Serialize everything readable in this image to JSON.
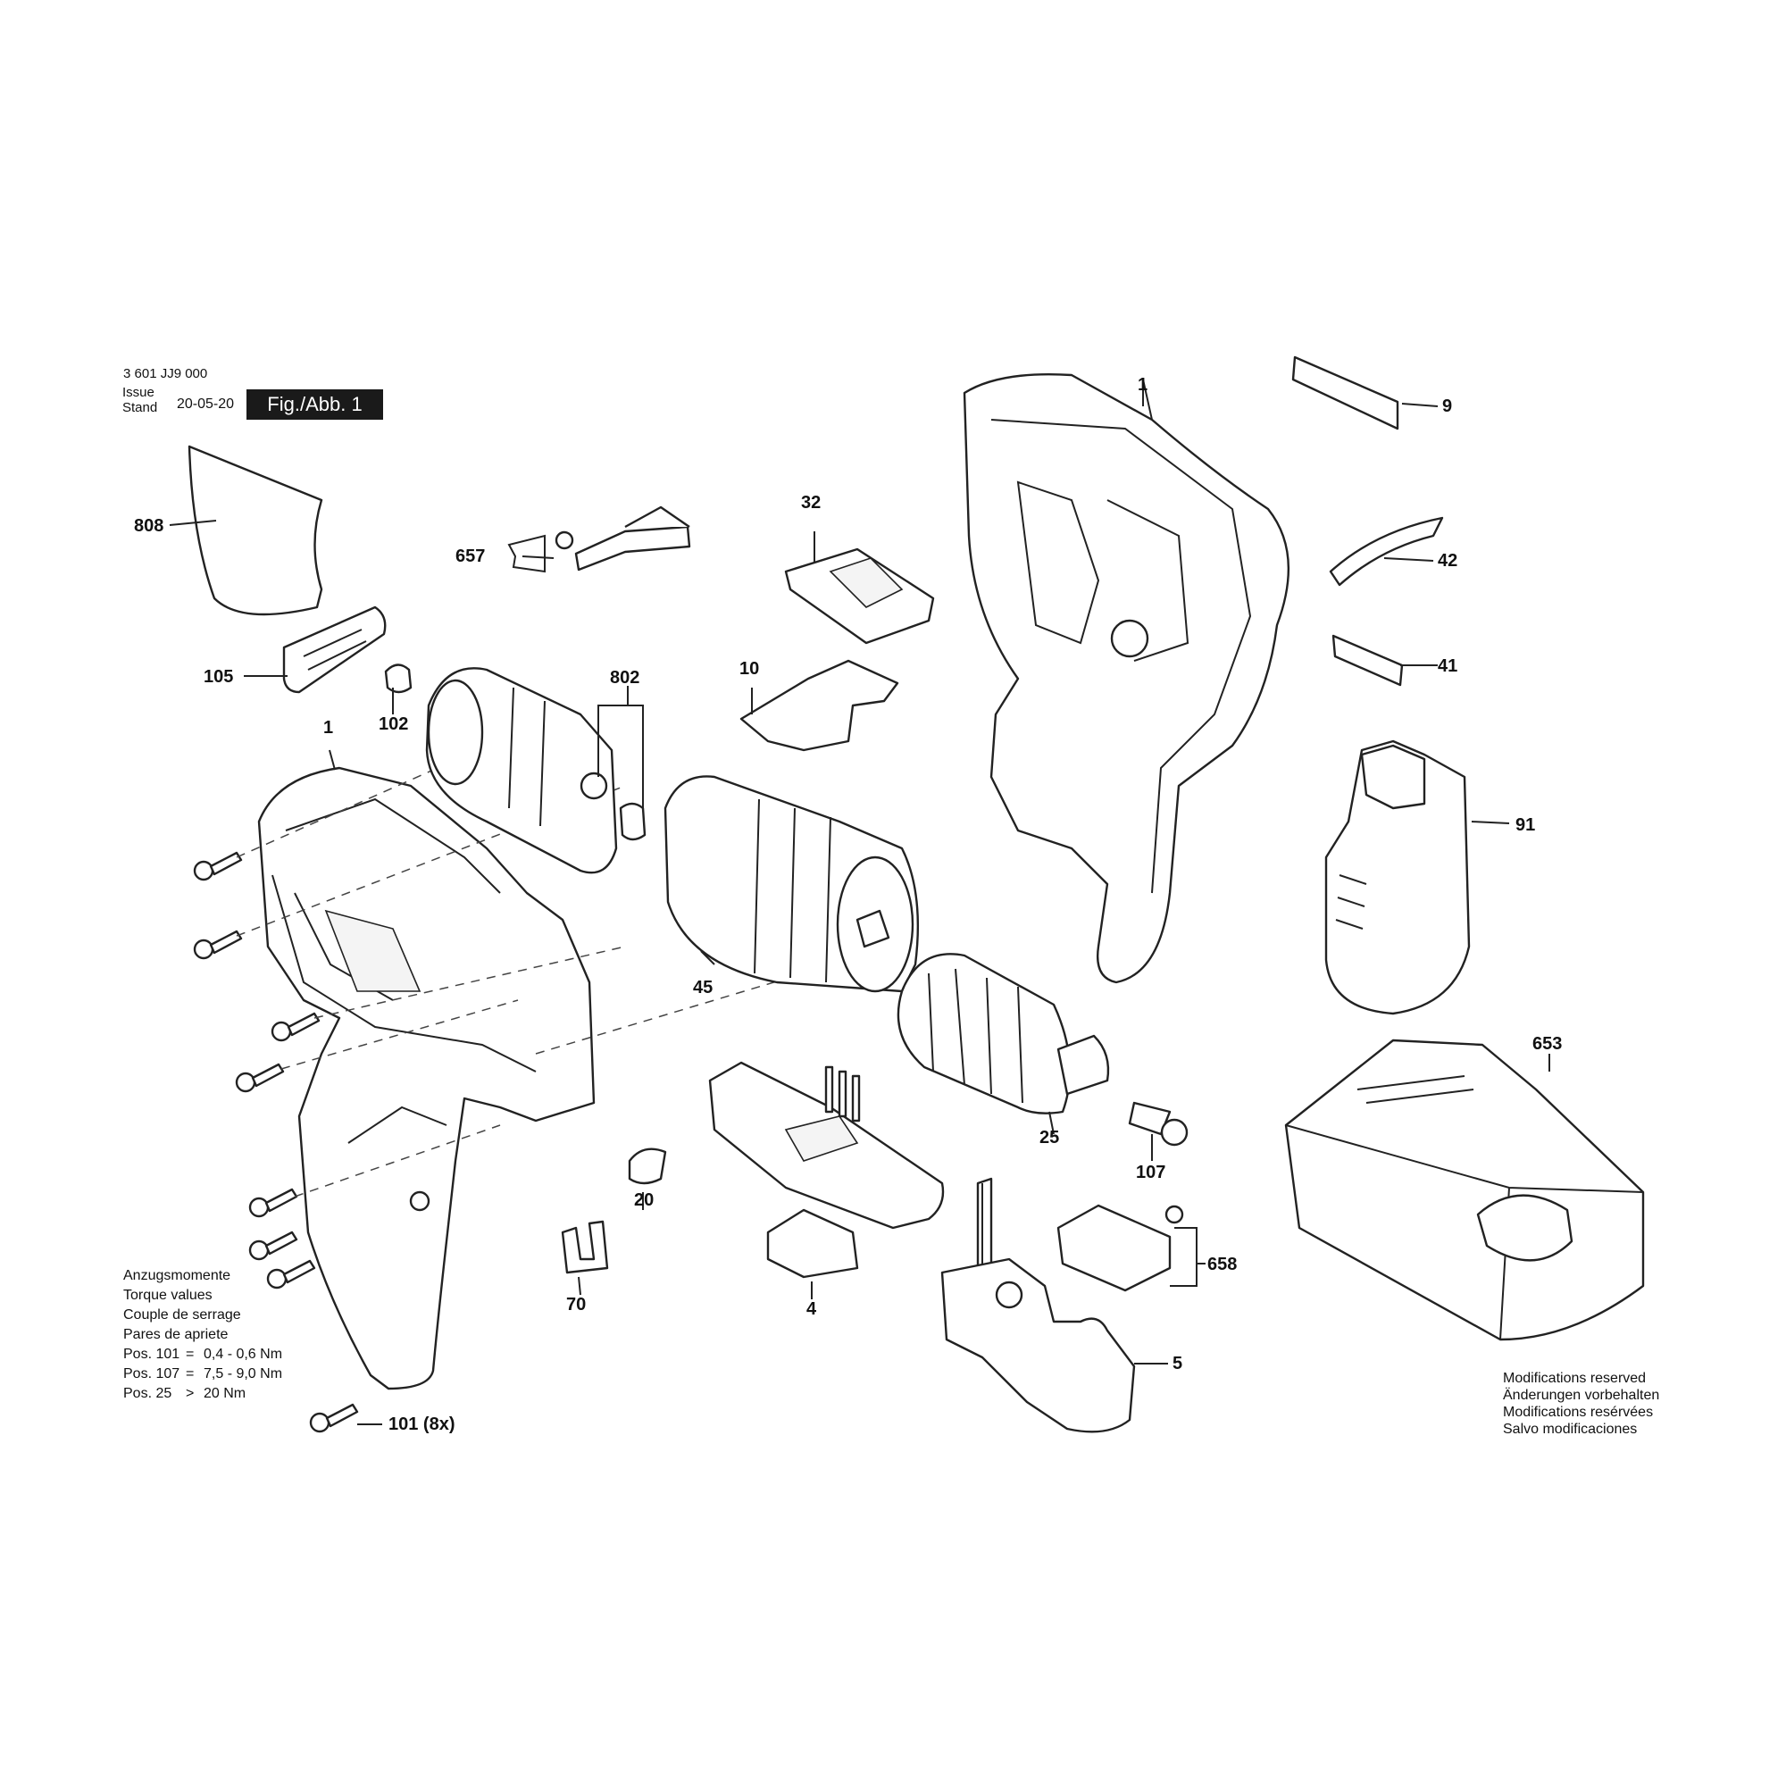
{
  "header": {
    "doc_number": "3 601 JJ9 000",
    "issue_label": "Issue",
    "stand_label": "Stand",
    "issue_date": "20-05-20",
    "figure_label": "Fig./Abb. 1"
  },
  "parts": {
    "p1a": "1",
    "p1b": "1",
    "p4": "4",
    "p5": "5",
    "p9": "9",
    "p10": "10",
    "p20": "20",
    "p25": "25",
    "p32": "32",
    "p41": "41",
    "p42": "42",
    "p45": "45",
    "p70": "70",
    "p91": "91",
    "p101": "101 (8x)",
    "p102": "102",
    "p105": "105",
    "p107": "107",
    "p653": "653",
    "p657": "657",
    "p658": "658",
    "p802": "802",
    "p808": "808"
  },
  "torque": {
    "title_de": "Anzugsmomente",
    "title_en": "Torque values",
    "title_fr": "Couple de serrage",
    "title_es": "Pares de apriete",
    "rows": [
      {
        "pos": "Pos. 101",
        "op": "=",
        "val": "0,4 - 0,6 Nm"
      },
      {
        "pos": "Pos. 107",
        "op": "=",
        "val": "7,5 - 9,0 Nm"
      },
      {
        "pos": "Pos. 25",
        "op": ">",
        "val": "20 Nm"
      }
    ]
  },
  "modifications": {
    "en": "Modifications reserved",
    "de": "Änderungen vorbehalten",
    "fr": "Modifications resérvées",
    "es": "Salvo modificaciones"
  }
}
